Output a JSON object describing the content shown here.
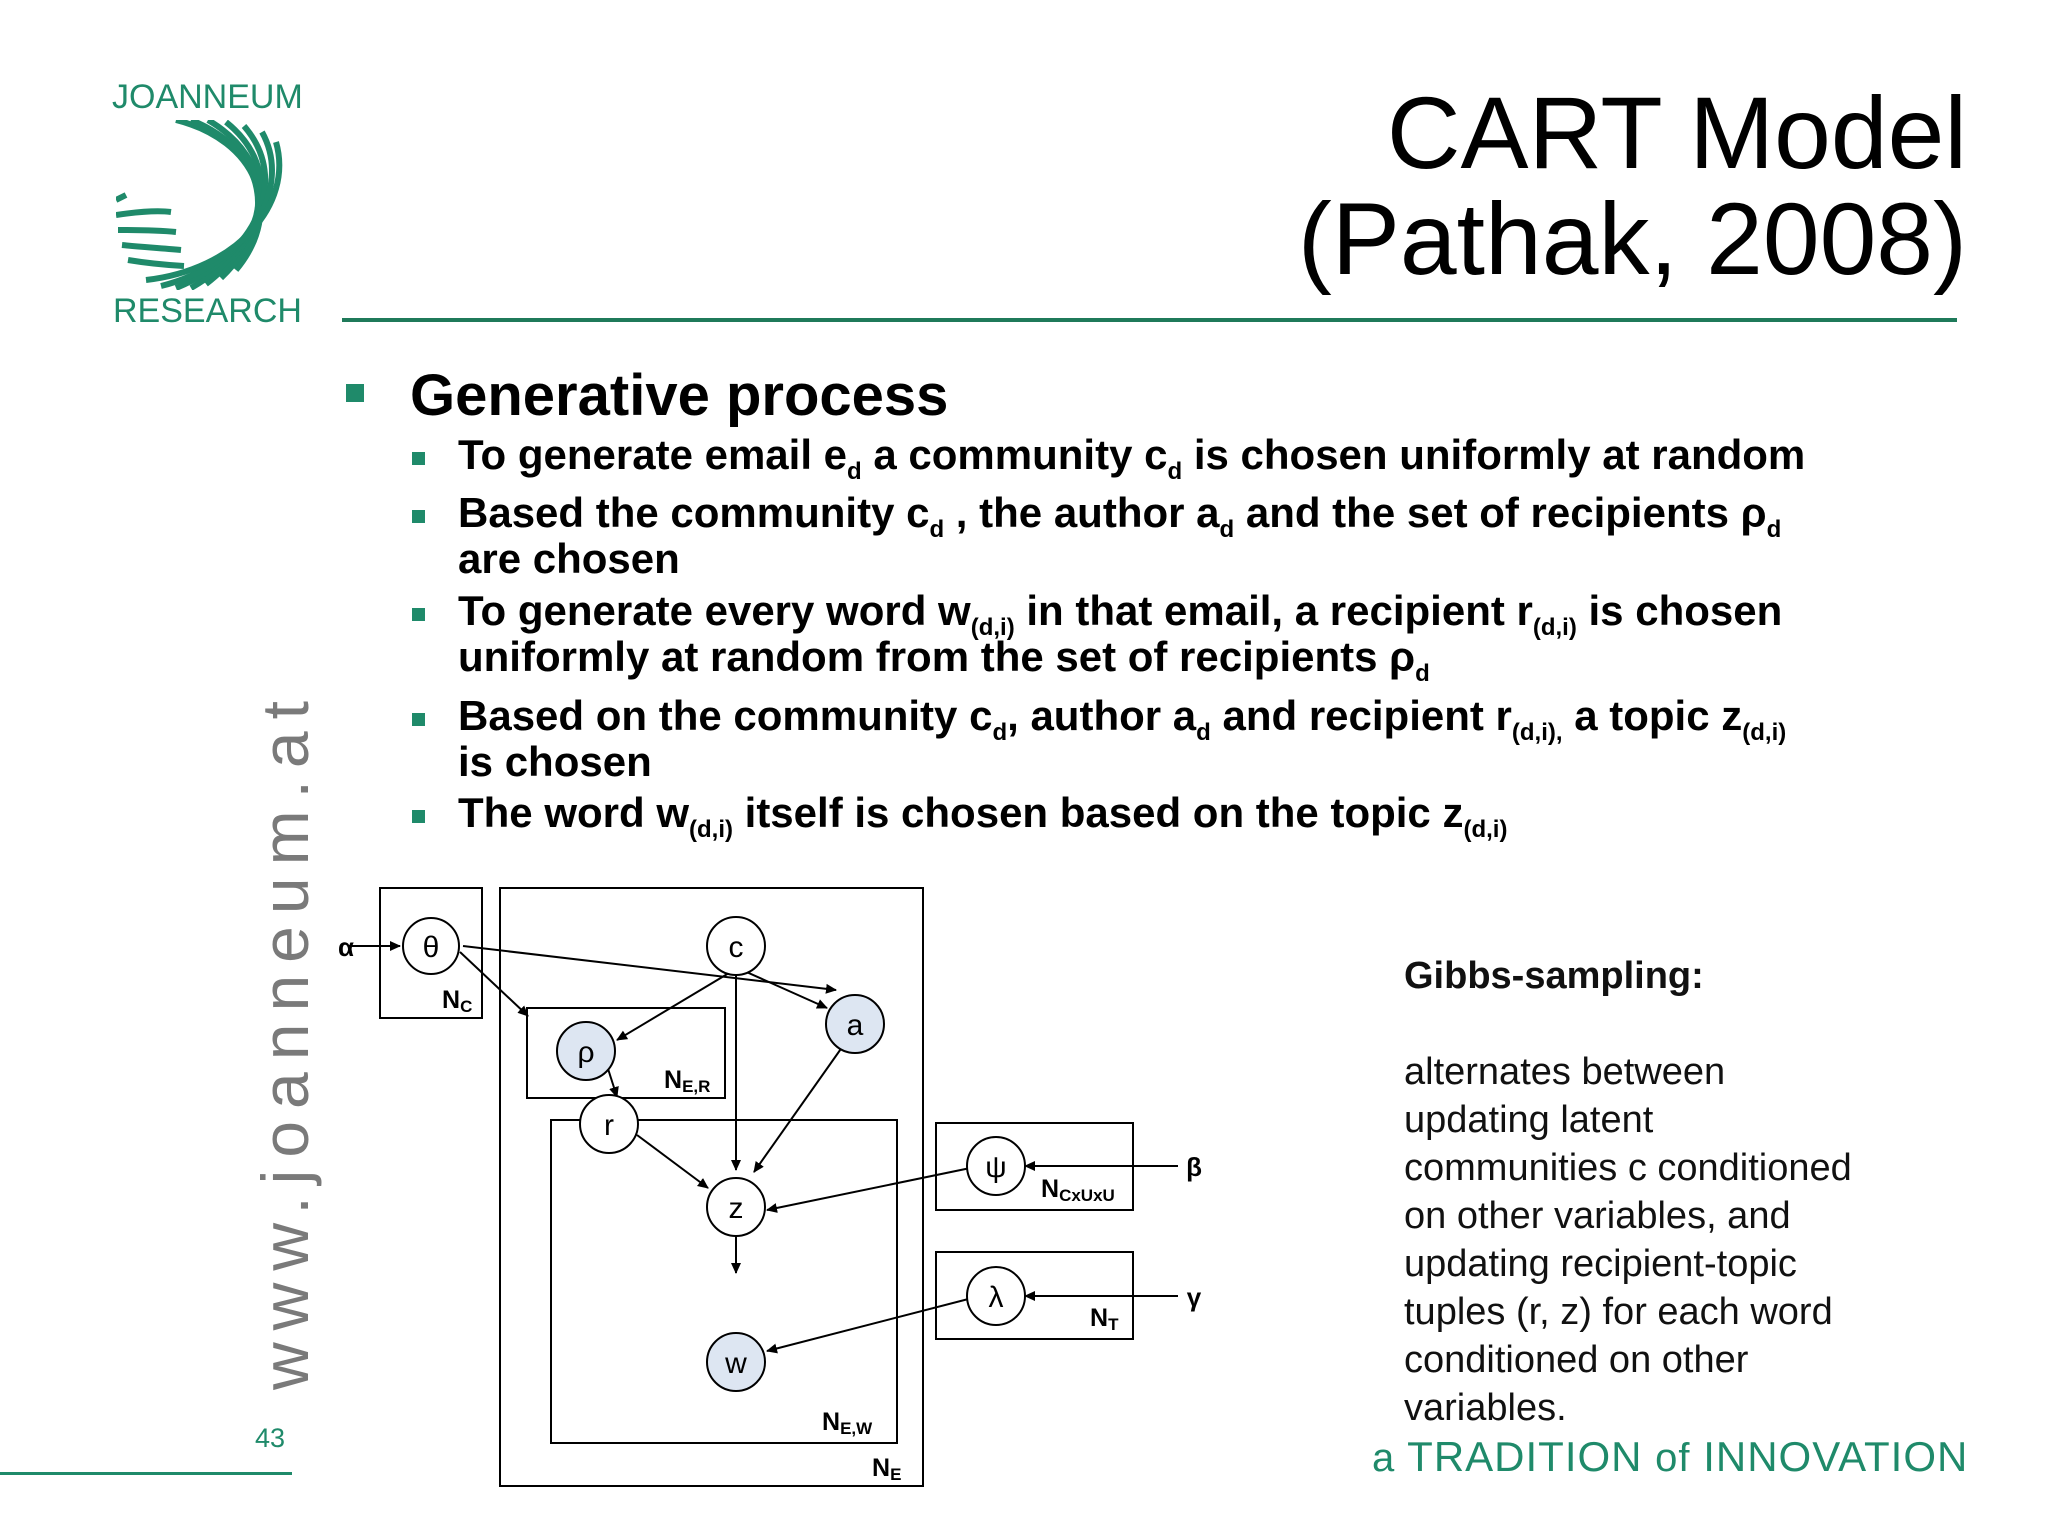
{
  "logo": {
    "top_text": "JOANNEUM",
    "bottom_text": "RESEARCH",
    "color": "#1f8a6a"
  },
  "title": {
    "line1": "CART Model",
    "line2": "(Pathak, 2008)"
  },
  "side_url": "www.joanneum.at",
  "page_number": "43",
  "heading": "Generative process",
  "bullets": [
    {
      "parts": [
        "To generate email e",
        "d",
        " a community c",
        "d",
        " is chosen uniformly at random"
      ]
    },
    {
      "line1": [
        "Based the community c",
        "d",
        " , the author a",
        "d",
        " and the set of recipients ρ",
        "d"
      ],
      "line2": "are chosen"
    },
    {
      "line1": [
        "To generate every word w",
        "(d,i)",
        " in that email, a recipient r",
        "(d,i)",
        " is chosen"
      ],
      "line2": [
        "uniformly at random from the set of recipients ρ",
        "d"
      ]
    },
    {
      "line1": [
        "Based on the community c",
        "d",
        ", author  a",
        "d",
        " and recipient r",
        "(d,i),",
        " a topic z",
        "(d,i)"
      ],
      "line2": "is chosen"
    },
    {
      "parts": [
        "The word w",
        "(d,i)",
        " itself is chosen based on the topic z",
        "(d,i)"
      ]
    }
  ],
  "gibbs": {
    "title": "Gibbs-sampling:",
    "body": "alternates between\nupdating latent\ncommunities c conditioned\non other variables, and\nupdating recipient-topic\ntuples (r, z) for each word\nconditioned on other\nvariables."
  },
  "footer": {
    "a": "a",
    "tradition": "TRADITION",
    "of": "of",
    "innovation": "INNOVATION"
  },
  "diagram": {
    "nodes": {
      "alpha": "α",
      "theta": "θ",
      "c": "c",
      "a": "a",
      "rho": "ρ",
      "r": "r",
      "z": "z",
      "w": "w",
      "psi": "ψ",
      "lambda": "λ",
      "beta": "β",
      "gamma": "γ"
    },
    "plates": {
      "nc": {
        "main": "N",
        "sub": "C"
      },
      "ner": {
        "main": "N",
        "sub": "E,R"
      },
      "ncuu": {
        "main": "N",
        "sub": "CxUxU"
      },
      "nt": {
        "main": "N",
        "sub": "T"
      },
      "new": {
        "main": "N",
        "sub": "E,W"
      },
      "ne": {
        "main": "N",
        "sub": "E"
      }
    },
    "colors": {
      "shaded_node": "#dde6f2",
      "node": "#ffffff"
    }
  }
}
